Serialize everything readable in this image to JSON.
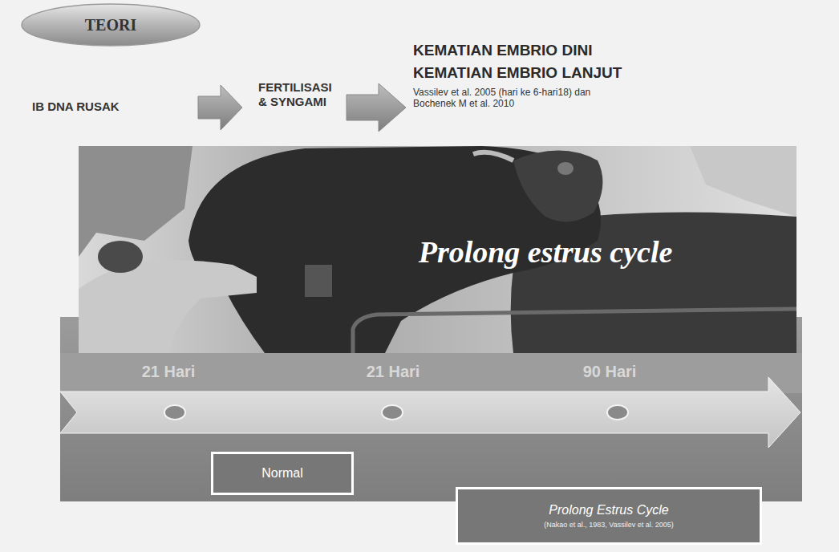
{
  "diagram": {
    "nodes": [
      {
        "text": [
          "TEORI"
        ]
      },
      {
        "text": [
          "Normal"
        ]
      },
      {
        "text": [
          "Prolong Estrus Cycle",
          "(Nakao et al., 1983, Vassilev et al. 2005)"
        ]
      }
    ],
    "labels": [
      "IB DNA RUSAK",
      "FERTILISASI & SYNGAMI",
      "KEMATIAN EMBRIO DINI",
      "KEMATIAN EMBRIO LANJUT",
      "Vassilev et al. 2005 (hari ke 6-hari18) dan Bochenek M et al. 2010",
      "Prolong estrus cycle",
      "21 Hari",
      "21 Hari",
      "90 Hari"
    ]
  }
}
